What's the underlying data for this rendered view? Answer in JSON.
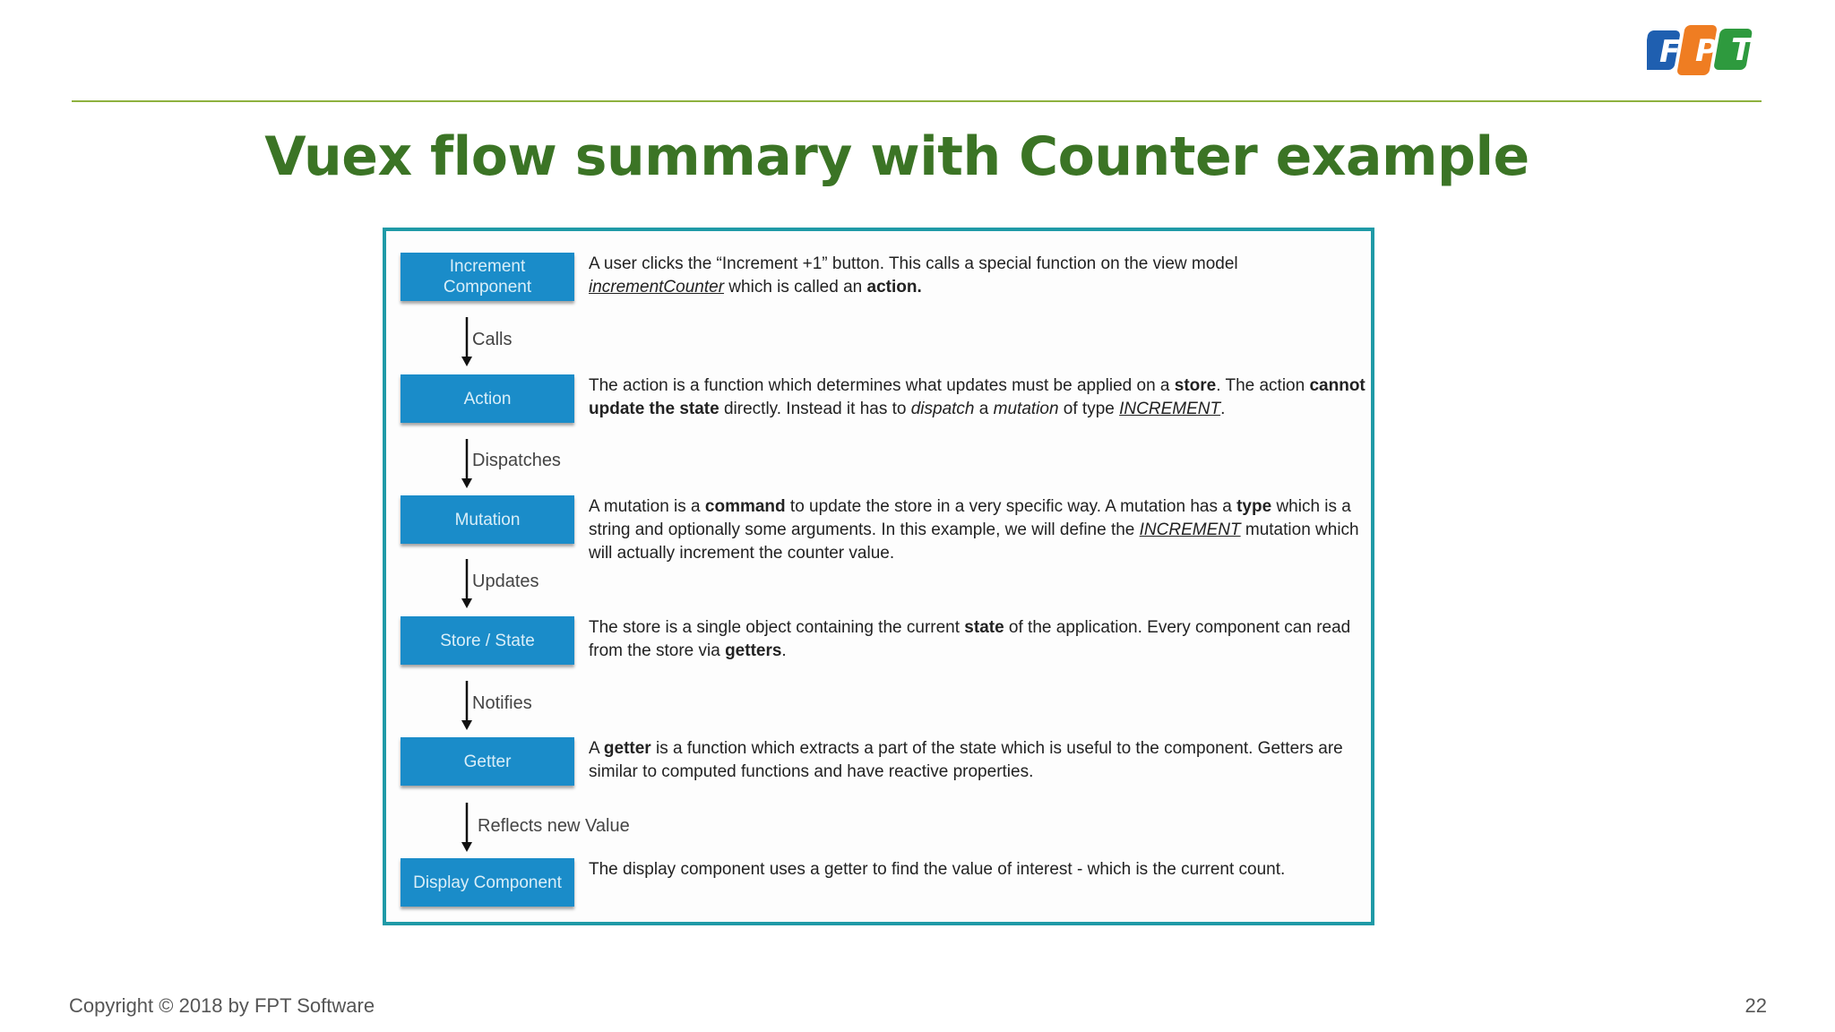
{
  "logo": {
    "letters": [
      "F",
      "P",
      "T"
    ],
    "colors": [
      "#1f5fb0",
      "#ef7d22",
      "#2e9a3e"
    ]
  },
  "title": "Vuex flow summary with Counter example",
  "steps": [
    {
      "label": "Increment\nComponent"
    },
    {
      "label": "Action"
    },
    {
      "label": "Mutation"
    },
    {
      "label": "Store / State"
    },
    {
      "label": "Getter"
    },
    {
      "label": "Display Component"
    }
  ],
  "arrows": [
    "Calls",
    "Dispatches",
    "Updates",
    "Notifies",
    "Reflects new Value"
  ],
  "descriptions": {
    "d0": {
      "t1": "A user clicks the “Increment +1” button. This calls a special function on the view model ",
      "t2": "incrementCounter",
      "t3": " which is called an ",
      "t4": "action."
    },
    "d1": {
      "t1": "The action is a function which determines what updates must be applied on a ",
      "t2": "store",
      "t3": ". The action ",
      "t4": "cannot update the state",
      "t5": " directly. Instead it has to ",
      "t6": "dispatch",
      "t7": " a ",
      "t8": "mutation",
      "t9": " of type ",
      "t10": "INCREMENT",
      "t11": "."
    },
    "d2": {
      "t1": "A mutation is a ",
      "t2": "command",
      "t3": " to update the store in a very specific way. A mutation has a ",
      "t4": "type",
      "t5": " which is a string and optionally some arguments. In this example, we will define the ",
      "t6": "INCREMENT",
      "t7": " mutation which will actually increment the counter value."
    },
    "d3": {
      "t1": "The store is a single object containing the current ",
      "t2": "state",
      "t3": " of the application. Every component can read from the store via ",
      "t4": "getters",
      "t5": "."
    },
    "d4": {
      "t1": "A ",
      "t2": "getter",
      "t3": " is a function which extracts a part of the state which is useful to the component. Getters are similar to computed functions and have reactive properties."
    },
    "d5": {
      "t1": "The display component uses a getter to find the value of interest - which is the current count."
    }
  },
  "footer": {
    "copyright": "Copyright © 2018 by FPT Software",
    "page": "22"
  }
}
